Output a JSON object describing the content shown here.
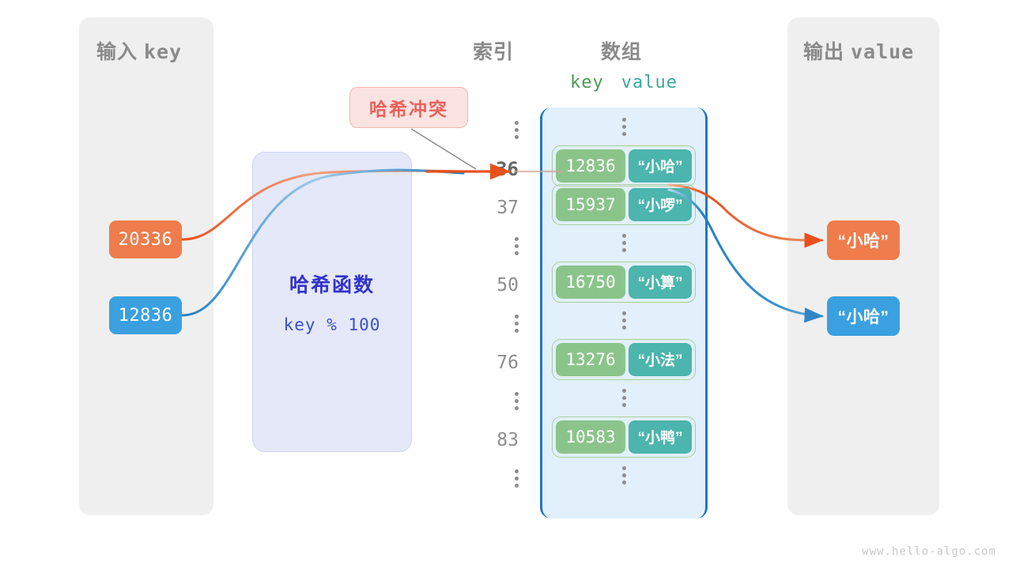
{
  "panels": {
    "input": {
      "title_cjk": "输入",
      "title_mono": "key"
    },
    "output": {
      "title_cjk": "输出",
      "title_mono": "value"
    }
  },
  "columns": {
    "index_title": "索引",
    "array_title": "数组",
    "key_header": "key",
    "value_header": "value"
  },
  "inputs": [
    {
      "label": "20336",
      "color": "#ef7c4d"
    },
    {
      "label": "12836",
      "color": "#3aa0e0"
    }
  ],
  "hash_function": {
    "title": "哈希函数",
    "expression": "key % 100"
  },
  "collision": {
    "label": "哈希冲突",
    "color": "#e8625a"
  },
  "array": {
    "rows": [
      {
        "kind": "dots",
        "index": ""
      },
      {
        "kind": "entry",
        "index": "36",
        "highlight": true,
        "key": "12836",
        "value": "“小哈”"
      },
      {
        "kind": "entry",
        "index": "37",
        "highlight": false,
        "key": "15937",
        "value": "“小啰”"
      },
      {
        "kind": "dots",
        "index": ""
      },
      {
        "kind": "entry",
        "index": "50",
        "highlight": false,
        "key": "16750",
        "value": "“小算”"
      },
      {
        "kind": "dots",
        "index": ""
      },
      {
        "kind": "entry",
        "index": "76",
        "highlight": false,
        "key": "13276",
        "value": "“小法”"
      },
      {
        "kind": "dots",
        "index": ""
      },
      {
        "kind": "entry",
        "index": "83",
        "highlight": false,
        "key": "10583",
        "value": "“小鸭”"
      },
      {
        "kind": "dots",
        "index": ""
      }
    ]
  },
  "outputs": [
    {
      "label": "“小哈”",
      "color": "#ef7c4d"
    },
    {
      "label": "“小哈”",
      "color": "#3aa0e0"
    }
  ],
  "colors": {
    "key_cell": "#8bc48a",
    "value_cell": "#4cb5ad",
    "bucket_border": "#a8cf9e",
    "array_fill": "#e1f0fb",
    "array_border": "#1f78c1",
    "hash_fill": "#e4e8f8",
    "hash_text": "#3333cc",
    "panel_fill": "#efefef",
    "orange_wire": "#e8511c",
    "blue_wire": "#1f7fc4"
  },
  "watermark": "www.hello-algo.com"
}
